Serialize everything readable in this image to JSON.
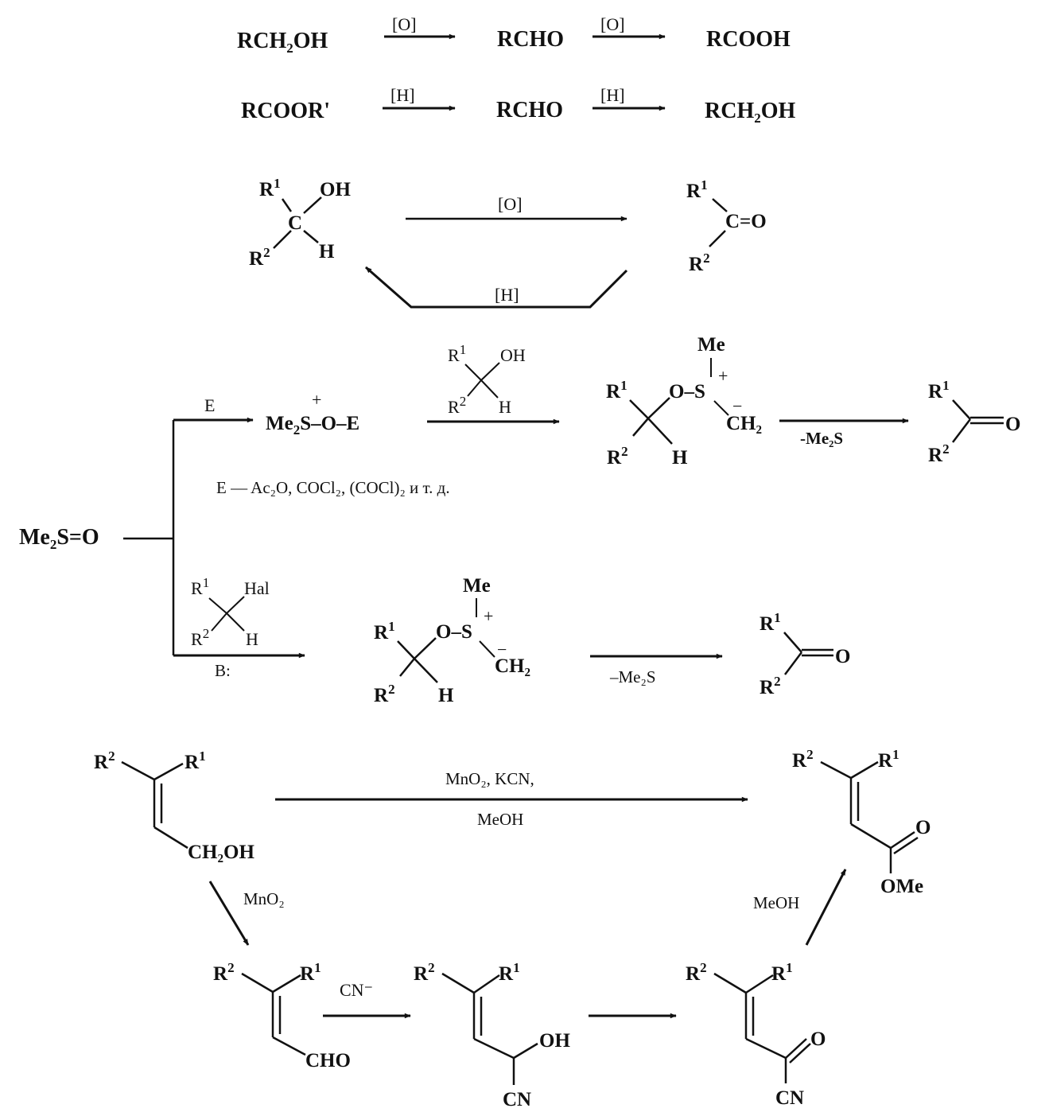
{
  "scheme1": {
    "row1": {
      "start": "RCH",
      "sub": "2",
      "start_end": "OH",
      "ox1": "[O]",
      "mid": "RCHO",
      "ox2": "[O]",
      "end": "RCOOH"
    },
    "row2": {
      "start": "RCOOR'",
      "red1": "[H]",
      "mid": "RCHO",
      "red2": "[H]",
      "end_a": "RCH",
      "sub": "2",
      "end_b": "OH"
    }
  },
  "scheme2": {
    "R1": "R",
    "one": "1",
    "two": "2",
    "OH": "OH",
    "C": "C",
    "H": "H",
    "ox": "[O]",
    "red": "[H]",
    "prod": "C=O"
  },
  "swern": {
    "dmso": "Me",
    "dmso_sub": "2",
    "dmso_end": "S=O",
    "E": "E",
    "act_a": "Me",
    "act_sub": "2",
    "act_b": "S–O–E",
    "plus": "+",
    "E_note": "E — Ac₂O, COCl₂, (COCl)₂ и т. д.",
    "reagent_R": "R",
    "OH": "OH",
    "H": "H",
    "Me": "Me",
    "O_S": "O–S",
    "CH2": "CH₂",
    "minus": "−",
    "elim1": "-Me₂S",
    "prod_O": "O",
    "Hal": "Hal",
    "base": "B:",
    "elim2": "–Me₂S"
  },
  "corey": {
    "R": "R",
    "one": "1",
    "two": "2",
    "alcohol": "CH₂OH",
    "top_reagent_1": "MnO₂, KCN,",
    "top_reagent_2": "MeOH",
    "ester_O": "O",
    "ester_OMe": "OMe",
    "mno2": "MnO₂",
    "aldehyde": "CHO",
    "cn_minus": "CN⁻",
    "OH": "OH",
    "CN": "CN",
    "ketone_O": "O",
    "meoh": "MeOH"
  }
}
